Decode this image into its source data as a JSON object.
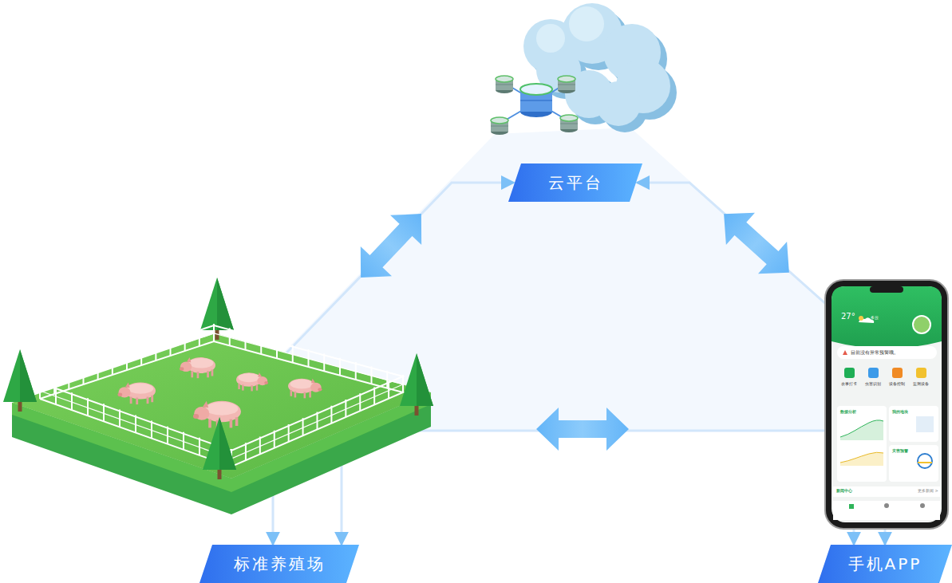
{
  "diagram": {
    "nodes": [
      {
        "text": [
          "云平台"
        ]
      },
      {
        "text": [
          "标准养殖场"
        ]
      },
      {
        "text": [
          "手机APP"
        ]
      }
    ],
    "edges": [
      {
        "from": 0,
        "to": 1,
        "arrow": "both"
      },
      {
        "from": 0,
        "to": 2,
        "arrow": "both"
      },
      {
        "from": 1,
        "to": 2,
        "arrow": "both"
      }
    ],
    "labels": [
      "27°",
      "多云",
      "目前没有异常预警哦。",
      "农事打卡",
      "虫害识别",
      "设备控制",
      "监测设备",
      "数据分析",
      "我的地块",
      "灾害预警",
      "新闻中心",
      "更多新闻 >"
    ]
  }
}
